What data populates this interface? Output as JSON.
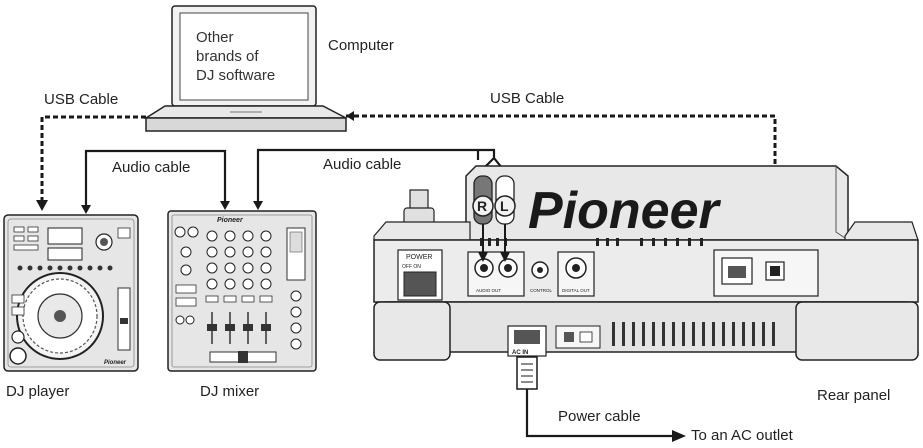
{
  "labels": {
    "computer": "Computer",
    "screen_lines": [
      "Other",
      "brands of",
      "DJ software"
    ],
    "usb_cable_left": "USB Cable",
    "usb_cable_right": "USB Cable",
    "audio_cable_left": "Audio cable",
    "audio_cable_right": "Audio cable",
    "dj_player": "DJ player",
    "dj_mixer": "DJ mixer",
    "rear_panel": "Rear panel",
    "power_cable": "Power cable",
    "ac_outlet": "To an AC outlet"
  },
  "devices": {
    "brand_logo": "Pioneer",
    "mixer_logo": "Pioneer",
    "player_logo": "Pioneer",
    "power_label": "POWER",
    "power_off_on": "OFF  ON",
    "audio_out": "AUDIO OUT",
    "control": "CONTROL",
    "digital_out": "DIGITAL OUT",
    "rca_right": "R",
    "rca_left": "L",
    "ac_in": "AC IN"
  },
  "colors": {
    "line": "#1a1a1a",
    "device_fill": "#e6e6e6",
    "device_dark": "#555555"
  }
}
